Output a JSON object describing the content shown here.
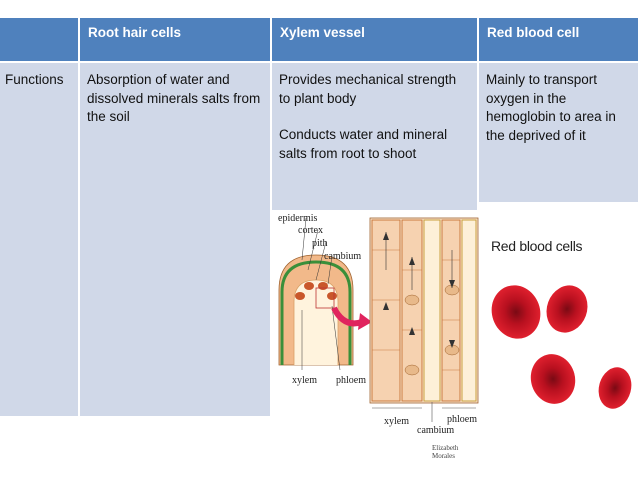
{
  "table": {
    "headers": [
      "",
      "Root hair cells",
      "Xylem vessel",
      "Red blood cell"
    ],
    "row_label": "Functions",
    "root_hair": "Absorption  of  water and dissolved minerals salts from the soil",
    "xylem_line1": "Provides mechanical  strength to plant body",
    "xylem_line2": "Conducts water and mineral salts  from root to shoot",
    "rbc": "Mainly to transport oxygen  in the hemoglobin to area in the deprived of it"
  },
  "figures": {
    "xylem_labels": {
      "epidermis": "epidermis",
      "cortex": "cortex",
      "pith": "pith",
      "cambium": "cambium",
      "xylem": "xylem",
      "phloem": "phloem",
      "xylem2": "xylem",
      "phloem2": "phloem",
      "cambium2": "cambium",
      "credit": "Elizabeth Morales"
    },
    "rbc_title": "Red blood cells"
  },
  "colors": {
    "header_blue": "#4f81bd",
    "body_blue": "#d0d8e8",
    "rbc_red": "#c8102e"
  }
}
